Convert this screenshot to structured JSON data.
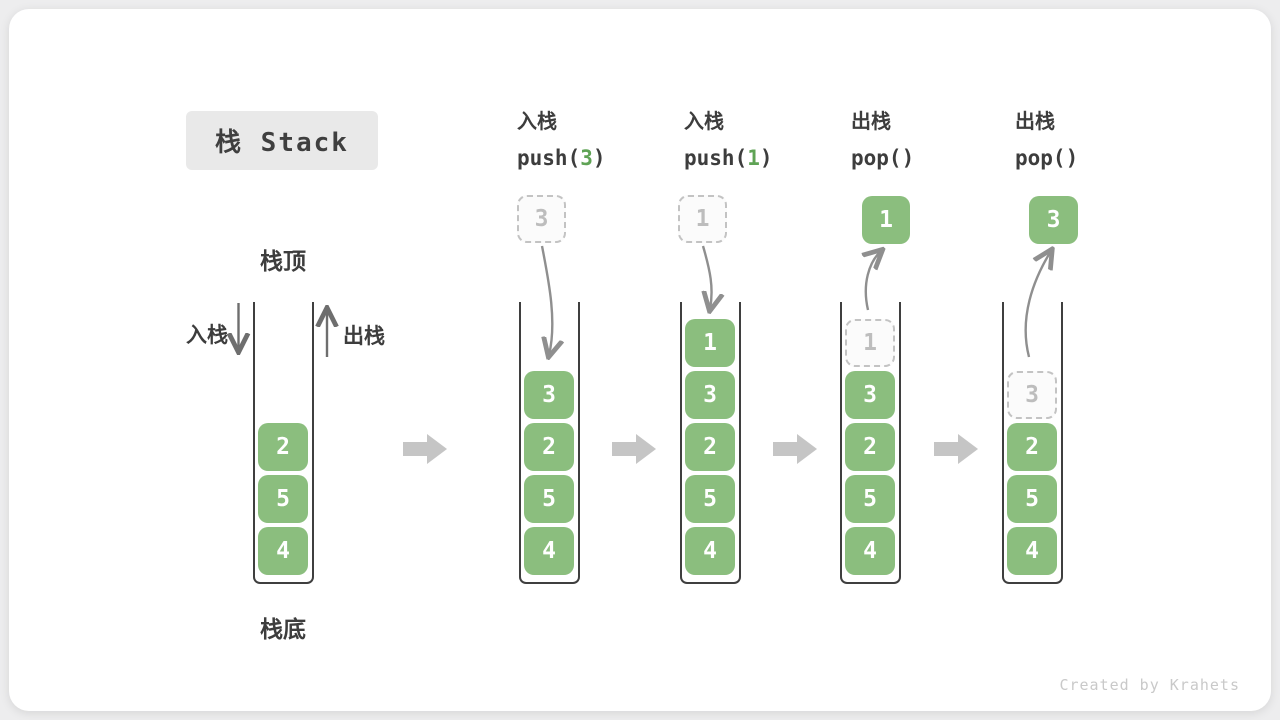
{
  "title": "栈 Stack",
  "labels": {
    "stack_top": "栈顶",
    "stack_bottom": "栈底",
    "push": "入栈",
    "pop": "出栈"
  },
  "watermark": "Created by Krahets",
  "colors": {
    "cell_green": "#8bbe7e",
    "code_arg_green": "#5fa355",
    "block_arrow_gray": "#c5c5c5",
    "curve_arrow_gray": "#8f8f8f",
    "dashed_border_gray": "#c3c3c3"
  },
  "columns": [
    {
      "name": "initial",
      "cells": [
        "2",
        "5",
        "4"
      ]
    },
    {
      "name": "push-3",
      "header_op": "入栈",
      "code_pre": "push(",
      "code_arg": "3",
      "code_post": ")",
      "floating_value": "3",
      "cells": [
        "3",
        "2",
        "5",
        "4"
      ]
    },
    {
      "name": "push-1",
      "header_op": "入栈",
      "code_pre": "push(",
      "code_arg": "1",
      "code_post": ")",
      "floating_value": "1",
      "cells": [
        "1",
        "3",
        "2",
        "5",
        "4"
      ]
    },
    {
      "name": "pop-1",
      "header_op": "出栈",
      "code_pre": "pop(",
      "code_arg": "",
      "code_post": ")",
      "floating_value": "1",
      "ghost_value": "1",
      "cells": [
        "3",
        "2",
        "5",
        "4"
      ]
    },
    {
      "name": "pop-3",
      "header_op": "出栈",
      "code_pre": "pop(",
      "code_arg": "",
      "code_post": ")",
      "floating_value": "3",
      "ghost_value": "3",
      "cells": [
        "2",
        "5",
        "4"
      ]
    }
  ]
}
